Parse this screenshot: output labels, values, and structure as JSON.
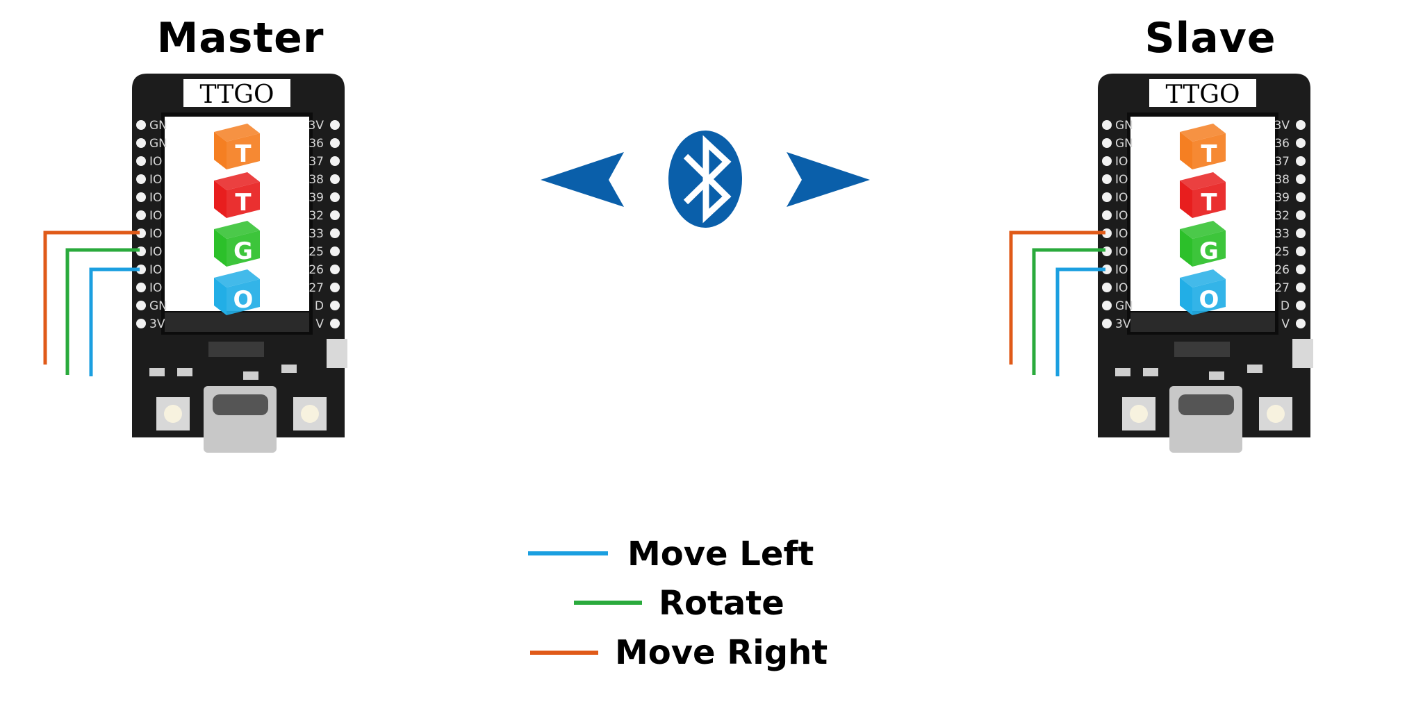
{
  "boards": {
    "master": {
      "title": "Master",
      "brand": "TTGO"
    },
    "slave": {
      "title": "Slave",
      "brand": "TTGO"
    }
  },
  "cube_letters": [
    "T",
    "T",
    "G",
    "O"
  ],
  "pins_left": [
    "GN",
    "GN",
    "IO",
    "IO",
    "IO",
    "IO",
    "IO",
    "IO",
    "IO",
    "IO",
    "GN",
    "3V"
  ],
  "pins_right": [
    "3V",
    "36",
    "37",
    "38",
    "39",
    "32",
    "33",
    "25",
    "26",
    "27",
    "D",
    "V"
  ],
  "legend": [
    {
      "label": "Move Left",
      "color": "#1b9fe0"
    },
    {
      "label": "Rotate",
      "color": "#2aaa3c"
    },
    {
      "label": "Move Right",
      "color": "#e05a18"
    }
  ],
  "colors": {
    "bluetooth": "#0a5faa",
    "arrow": "#0a5faa",
    "board": "#1c1c1c",
    "cube_orange": "#f57f22",
    "cube_red": "#e81e1e",
    "cube_green": "#2cc02a",
    "cube_blue": "#22aee6"
  },
  "icons": {
    "bluetooth": "bluetooth-icon",
    "left_arrow": "arrow-left-icon",
    "right_arrow": "arrow-right-icon"
  }
}
